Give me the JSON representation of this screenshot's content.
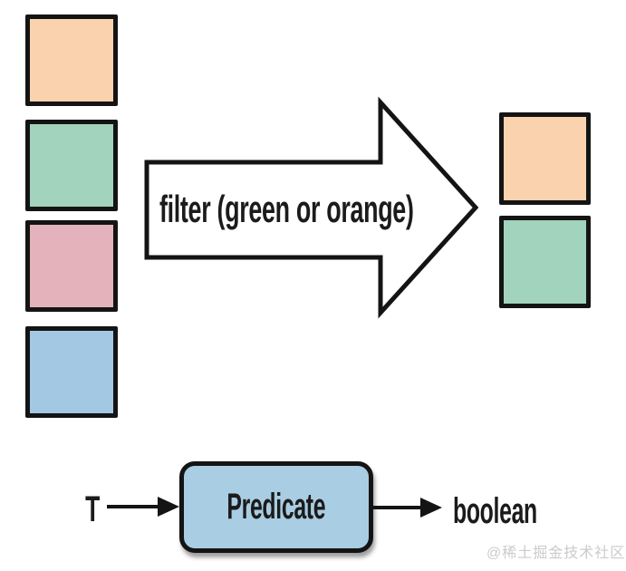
{
  "page": {
    "background": "#ffffff"
  },
  "filter_flow": {
    "arrow_label": "filter (green or orange)",
    "outline_color": "#141414",
    "input_squares": [
      {
        "name": "orange",
        "color": "#fad2ae"
      },
      {
        "name": "green",
        "color": "#a2d3bc"
      },
      {
        "name": "pink",
        "color": "#e4b2ba"
      },
      {
        "name": "blue",
        "color": "#a2c8e4"
      }
    ],
    "output_squares": [
      {
        "name": "orange",
        "color": "#fad2ae"
      },
      {
        "name": "green",
        "color": "#a2d3bc"
      }
    ]
  },
  "predicate_flow": {
    "input_type_label": "T",
    "box_label": "Predicate",
    "output_type_label": "boolean",
    "box_fill": "#a9cde2"
  },
  "watermark": {
    "text": "@稀土掘金技术社区",
    "color": "#cbcbcb"
  }
}
